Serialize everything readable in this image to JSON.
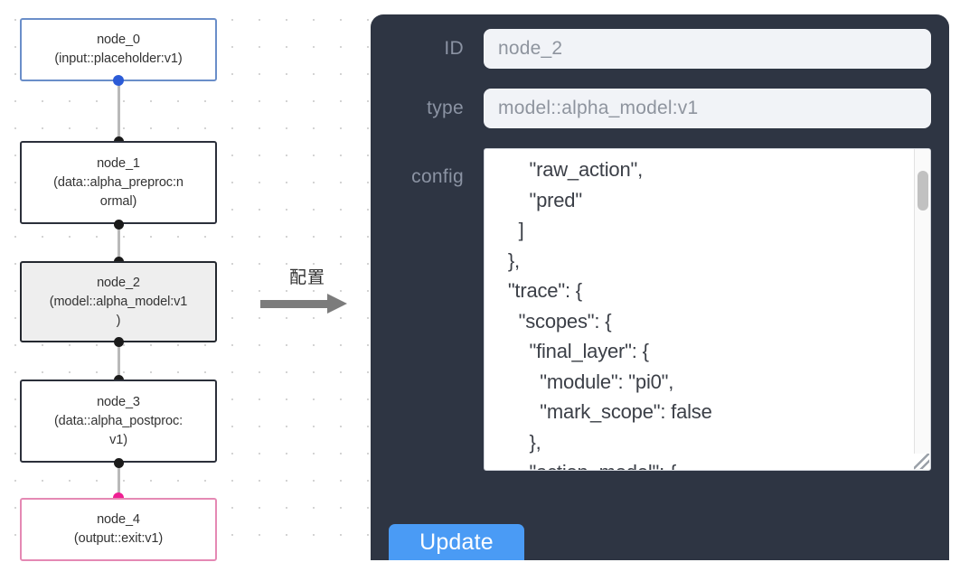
{
  "canvas": {
    "grid": "dotted"
  },
  "graph": {
    "nodes": [
      {
        "title": "node_0",
        "subtitle": "(input::placeholder:v1)",
        "kind": "input",
        "selected": false
      },
      {
        "title": "node_1",
        "subtitle": "(data::alpha_preproc:n\normal)",
        "kind": "default",
        "selected": false
      },
      {
        "title": "node_2",
        "subtitle": "(model::alpha_model:v1\n)",
        "kind": "default",
        "selected": true
      },
      {
        "title": "node_3",
        "subtitle": "(data::alpha_postproc:\nv1)",
        "kind": "default",
        "selected": false
      },
      {
        "title": "node_4",
        "subtitle": "(output::exit:v1)",
        "kind": "output",
        "selected": false
      }
    ],
    "node_0_line1": "node_0",
    "node_0_line2": "(input::placeholder:v1)",
    "node_1_line1": "node_1",
    "node_1_line2": "(data::alpha_preproc:normal)",
    "node_2_line1": "node_2",
    "node_2_line2": "(model::alpha_model:v1)",
    "node_3_line1": "node_3",
    "node_3_line2": "(data::alpha_postproc:v1)",
    "node_4_line1": "node_4",
    "node_4_line2": "(output::exit:v1)",
    "colors": {
      "input_border": "#6a8ec9",
      "output_border": "#e589b4",
      "default_border": "#2b2f3a",
      "selected_fill": "#eeeeee",
      "edge": "#b9b9b9",
      "dot": "#1b1b1b",
      "dot_input": "#2b5bd7",
      "dot_output": "#ef1f93"
    }
  },
  "annotation": {
    "label": "配置",
    "arrow": "right-arrow"
  },
  "inspector": {
    "id": {
      "label": "ID",
      "value": "node_2"
    },
    "type": {
      "label": "type",
      "value": "model::alpha_model:v1"
    },
    "config": {
      "label": "config",
      "value": "      \"raw_action\",\n      \"pred\"\n    ]\n  },\n  \"trace\": {\n    \"scopes\": {\n      \"final_layer\": {\n        \"module\": \"pi0\",\n        \"mark_scope\": false\n      },\n      \"action_model\": {"
    },
    "update_button": "Update",
    "colors": {
      "panel_bg": "#2e3543",
      "label": "#8b93a3",
      "input_bg": "#f1f3f7",
      "input_text": "#8e949e",
      "accent": "#4a9bf5"
    }
  }
}
